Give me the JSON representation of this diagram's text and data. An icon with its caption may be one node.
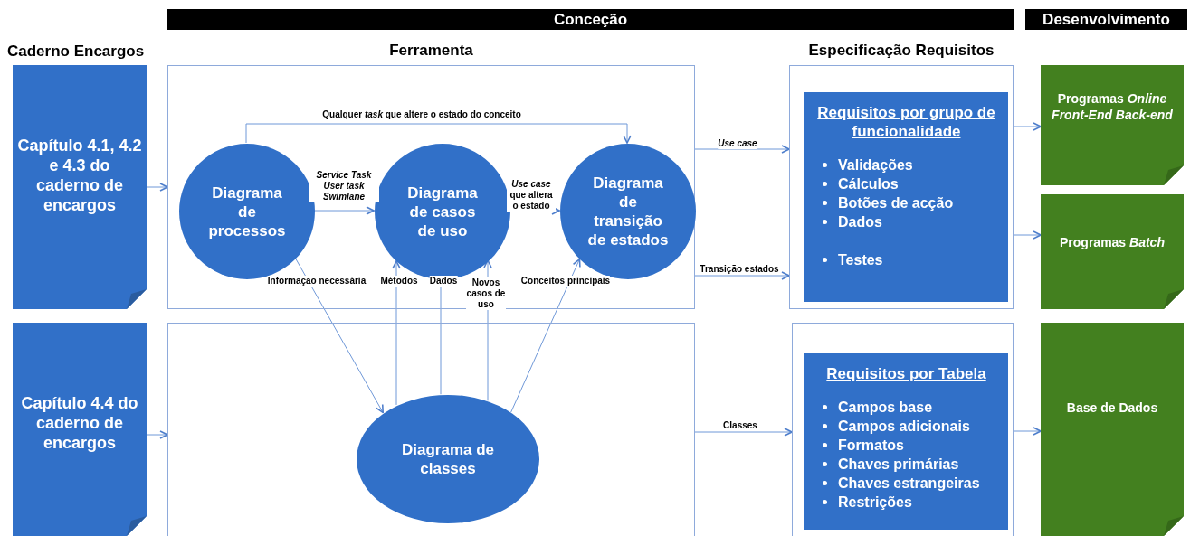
{
  "diagram": {
    "nodes": [
      {
        "text": [
          "Conceção"
        ]
      },
      {
        "text": [
          "Desenvolvimento"
        ]
      },
      {
        "text": [
          "Capítulo 4.1, 4.2 e 4.3 do caderno de encargos"
        ]
      },
      {
        "text": [
          "Ferramenta"
        ]
      },
      {
        "text": [
          "Diagrama de processos"
        ],
        "in": 3
      },
      {
        "text": [
          "Diagrama de casos de uso"
        ],
        "in": 3
      },
      {
        "text": [
          "Diagrama de transição de estados"
        ],
        "in": 3
      },
      {
        "text": [
          "Especificação Requisitos"
        ]
      },
      {
        "text": [
          "Requisitos por grupo de funcionalidade",
          "Validações",
          "Cálculos",
          "Botões de acção",
          "Dados",
          "Testes"
        ],
        "in": 7
      },
      {
        "text": [
          "Programas *Online* *Front-End Back-end*"
        ]
      },
      {
        "text": [
          "Programas *Batch*"
        ]
      },
      {
        "text": [
          "Capítulo 4.4 do caderno de encargos"
        ]
      },
      {
        "text": [],
        "shape": "box"
      },
      {
        "text": [
          "Diagrama de classes"
        ],
        "in": 12
      },
      {
        "text": [],
        "shape": "box"
      },
      {
        "text": [
          "Requisitos por Tabela",
          "Campos base",
          "Campos adicionais",
          "Formatos",
          "Chaves primárias",
          "Chaves estrangeiras",
          "Restrições"
        ],
        "in": 14
      },
      {
        "text": [
          "Base de Dados"
        ]
      }
    ],
    "edges": [
      {
        "from": 2,
        "to": 3,
        "arrow": "to"
      },
      {
        "from": 4,
        "to": 5,
        "arrow": "to",
        "label": "Service Task User task Swimlane"
      },
      {
        "from": 5,
        "to": 6,
        "arrow": "to",
        "label": "*Use case* que altera o estado"
      },
      {
        "from": 4,
        "to": 6,
        "arrow": "to",
        "label": "Qualquer *task* que altere o estado do conceito"
      },
      {
        "from": 3,
        "to": 7,
        "arrow": "to",
        "label": "Use case"
      },
      {
        "from": 3,
        "to": 7,
        "arrow": "to",
        "label": "Transição estados"
      },
      {
        "from": 4,
        "to": 13,
        "arrow": "to",
        "label": "Informação necessária"
      },
      {
        "from": 13,
        "to": 5,
        "arrow": "to",
        "label": "Métodos"
      },
      {
        "from": 13,
        "to": 5,
        "arrow": "to",
        "label": "Dados"
      },
      {
        "from": 13,
        "to": 5,
        "arrow": "to",
        "label": "Novos casos de uso"
      },
      {
        "from": 13,
        "to": 6,
        "arrow": "to",
        "label": "Conceitos principais"
      },
      {
        "from": 7,
        "to": 9,
        "arrow": "to"
      },
      {
        "from": 7,
        "to": 10,
        "arrow": "to"
      },
      {
        "from": 11,
        "to": 12,
        "arrow": "to"
      },
      {
        "from": 12,
        "to": 14,
        "arrow": "to",
        "label": "Classes"
      },
      {
        "from": 14,
        "to": 16,
        "arrow": "to"
      }
    ],
    "labels": [
      "Caderno Encargos"
    ]
  }
}
